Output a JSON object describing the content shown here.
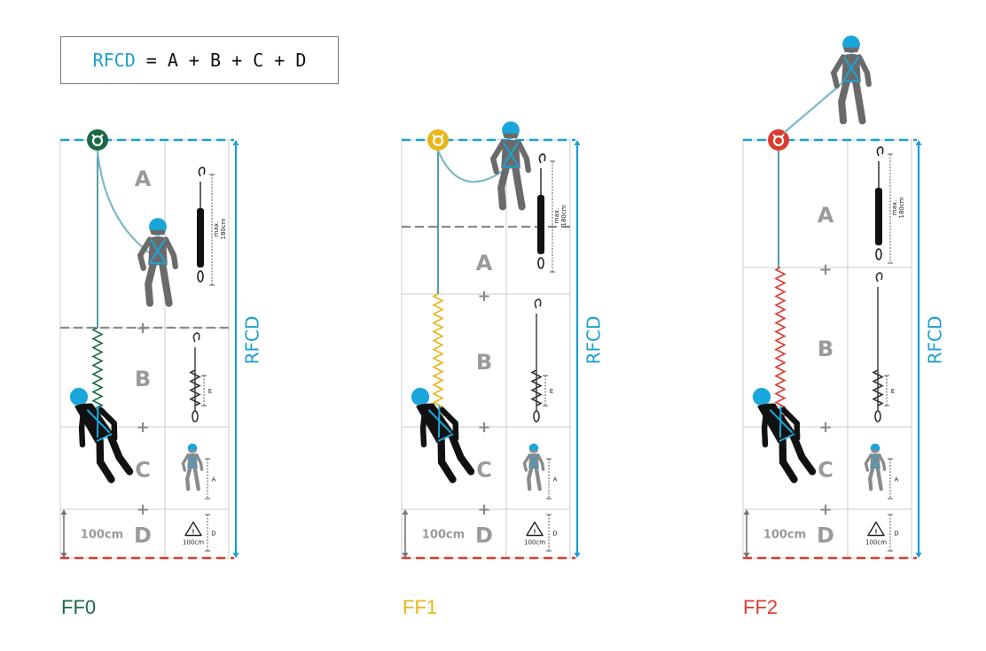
{
  "formula": {
    "lhs": "RFCD",
    "rhs": "= A + B + C + D"
  },
  "segments": {
    "a": "A",
    "b": "B",
    "c": "C",
    "d": "D",
    "plus": "+"
  },
  "side_label": "RFCD",
  "free_fall_distance": "100cm",
  "lanyard_max": "max.",
  "lanyard_len": "180cm",
  "stretch_label": "E",
  "height_label": "A",
  "clearance_label": "D",
  "warning_text": "100cm",
  "warning_symbol": "!",
  "colors": {
    "ff0": "#1a6b45",
    "ff1": "#e8b51a",
    "ff2": "#dd3a2f",
    "accent": "#1a9fd0",
    "ground": "#dd3a2f",
    "anchor_line": "#1a9fd0"
  },
  "stages": [
    {
      "id": "ff0",
      "label": "FF0",
      "color": "#1a6b45"
    },
    {
      "id": "ff1",
      "label": "FF1",
      "color": "#e8b51a"
    },
    {
      "id": "ff2",
      "label": "FF2",
      "color": "#dd3a2f"
    }
  ],
  "icons": [
    "anchor-icon",
    "worker-icon",
    "lanyard-icon",
    "warning-icon"
  ]
}
